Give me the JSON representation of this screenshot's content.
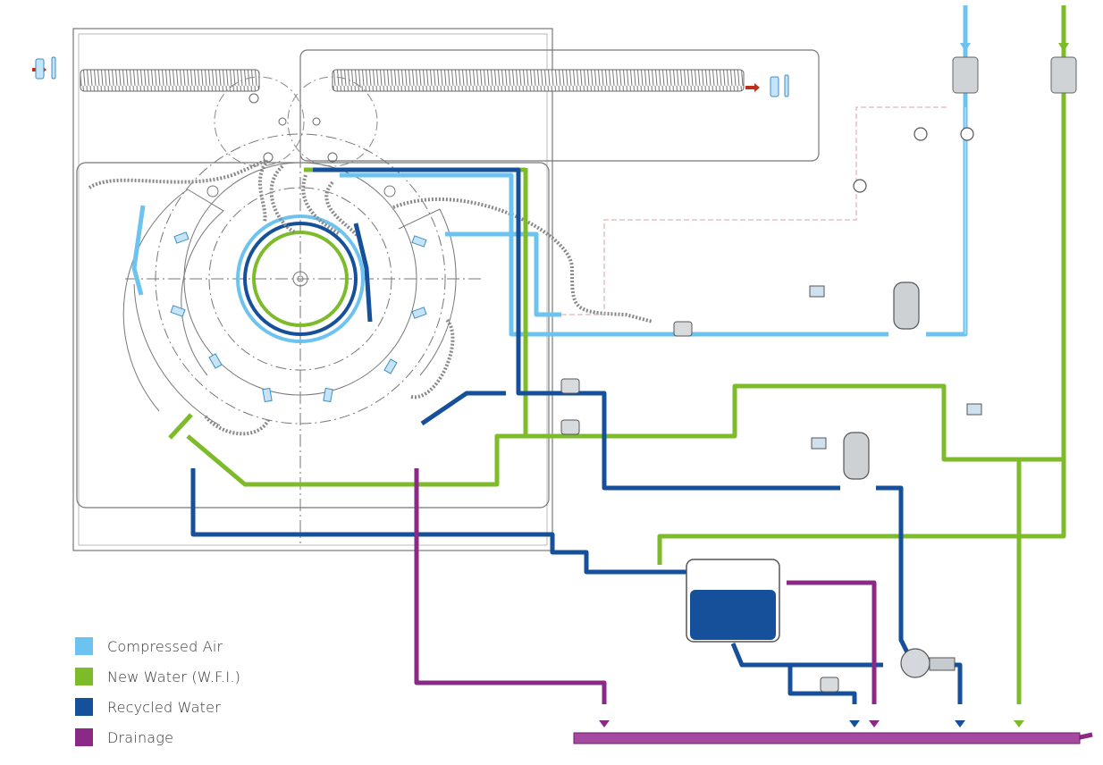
{
  "legend": [
    {
      "label": "Compressed Air",
      "color": "#6cc3ef"
    },
    {
      "label": "New Water (W.F.I.)",
      "color": "#7dbb2b"
    },
    {
      "label": "Recycled Water",
      "color": "#16509a"
    },
    {
      "label": "Drainage",
      "color": "#8a2a86"
    }
  ],
  "colors": {
    "air": "#6cc3ef",
    "water": "#7dbb2b",
    "recycled": "#16509a",
    "drain": "#8a2a86",
    "flow_arrow": "#b8321a",
    "outline": "#555555"
  },
  "icons": [
    "vial-icon",
    "flow-arrow-icon",
    "valve-icon",
    "gauge-icon",
    "filter-icon",
    "pump-icon",
    "tank-icon"
  ]
}
